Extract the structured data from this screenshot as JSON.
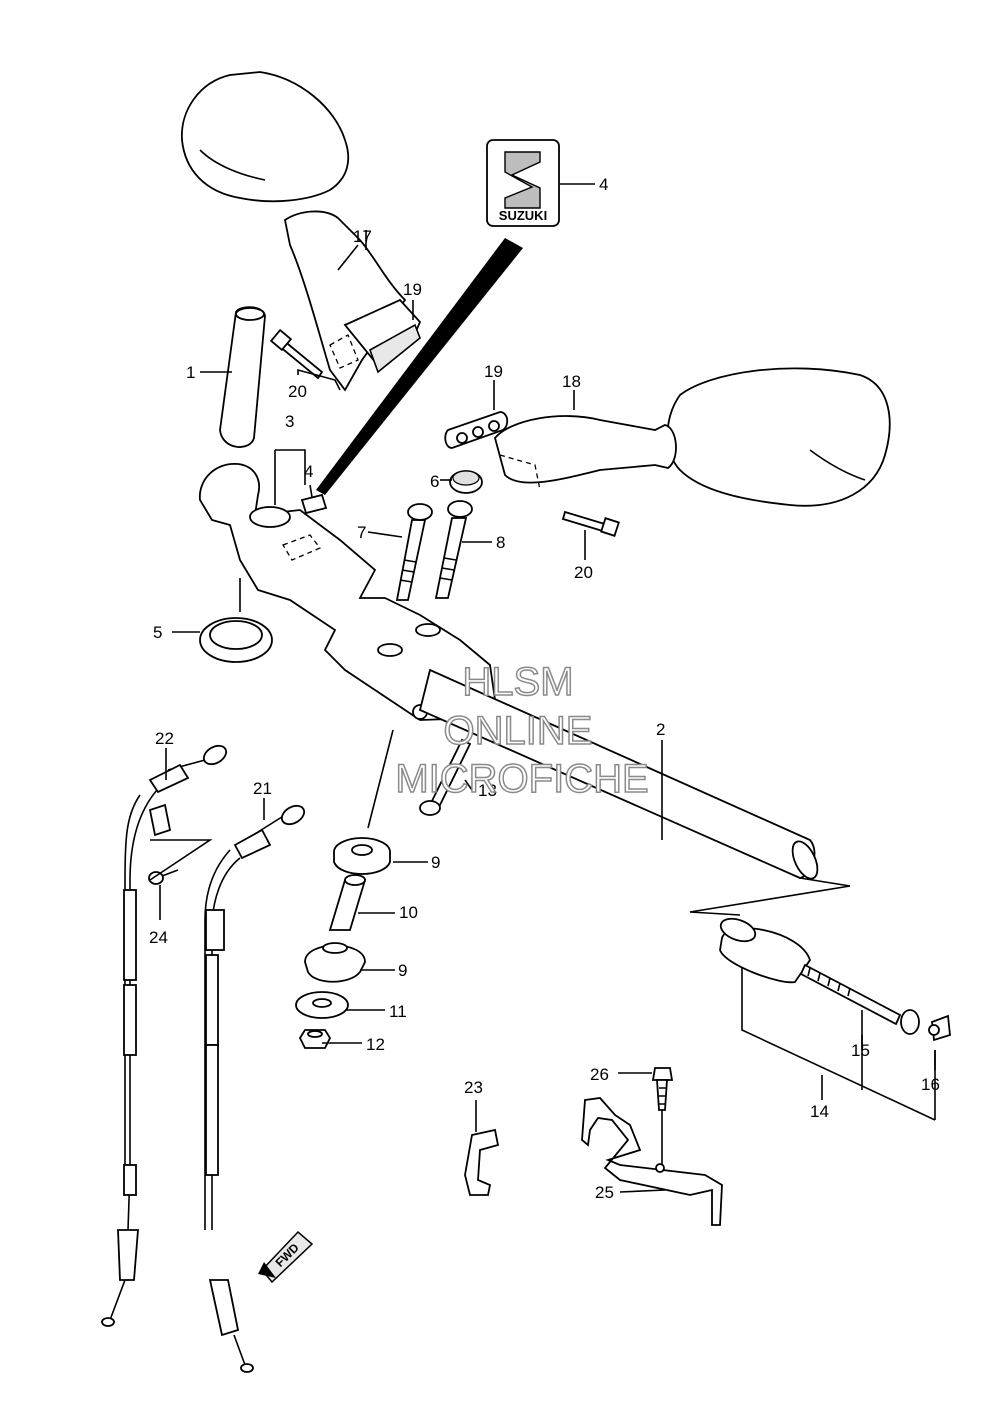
{
  "diagram": {
    "logo_text": "SUZUKI",
    "direction_marker": "FWD",
    "watermark": [
      "HLSM",
      "ONLINE",
      "MICROFICHE"
    ],
    "callouts": [
      "1",
      "2",
      "3",
      "4",
      "4",
      "5",
      "6",
      "7",
      "8",
      "9",
      "9",
      "10",
      "11",
      "12",
      "13",
      "14",
      "15",
      "16",
      "17",
      "18",
      "19",
      "19",
      "20",
      "20",
      "21",
      "22",
      "23",
      "24",
      "25",
      "26"
    ]
  }
}
